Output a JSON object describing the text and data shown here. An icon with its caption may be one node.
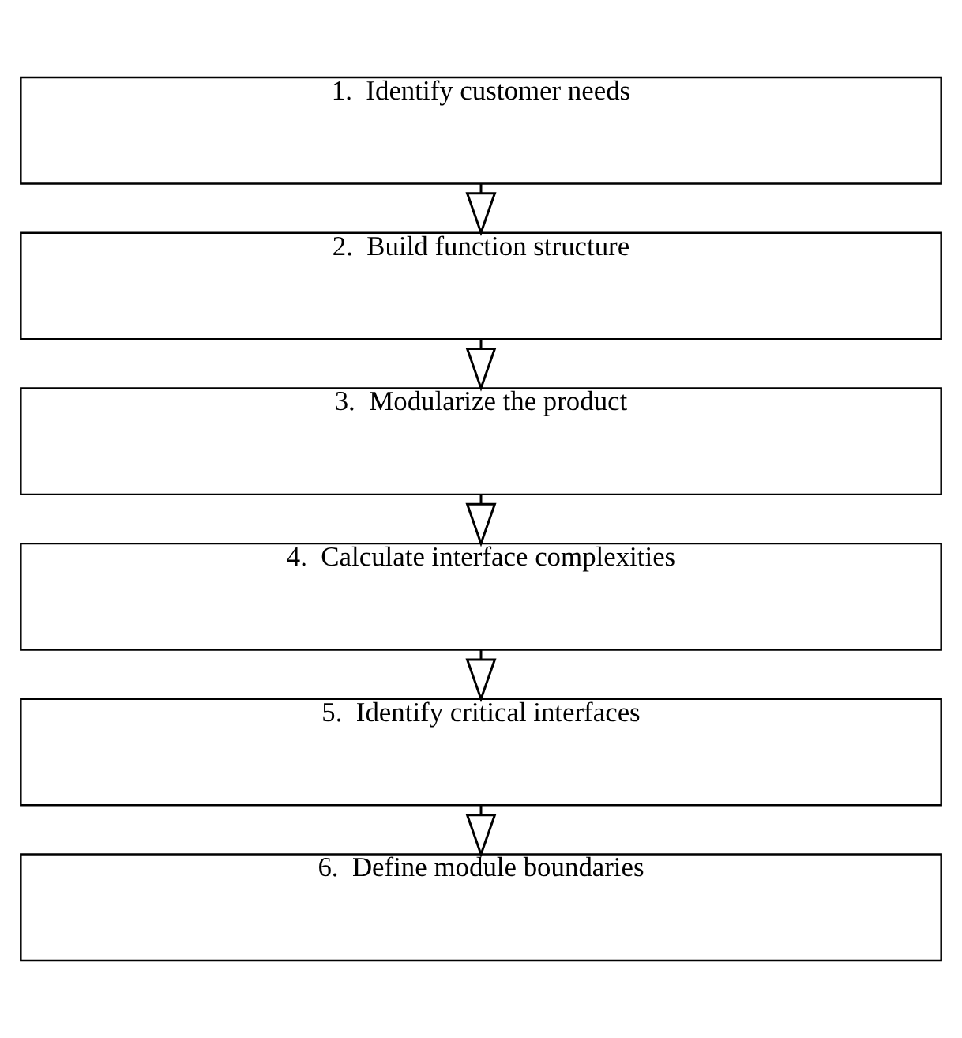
{
  "diagram": {
    "nodes": [
      {
        "text": [
          "1.  Identify customer needs"
        ]
      },
      {
        "text": [
          "2.  Build function structure"
        ]
      },
      {
        "text": [
          "3.  Modularize the product"
        ]
      },
      {
        "text": [
          "4.  Calculate interface complexities"
        ]
      },
      {
        "text": [
          "5.  Identify critical interfaces"
        ]
      },
      {
        "text": [
          "6.  Define module boundaries"
        ]
      }
    ],
    "edges": [
      {
        "from": 0,
        "to": 1,
        "arrow": "to"
      },
      {
        "from": 1,
        "to": 2,
        "arrow": "to"
      },
      {
        "from": 2,
        "to": 3,
        "arrow": "to"
      },
      {
        "from": 3,
        "to": 4,
        "arrow": "to"
      },
      {
        "from": 4,
        "to": 5,
        "arrow": "to"
      }
    ]
  }
}
